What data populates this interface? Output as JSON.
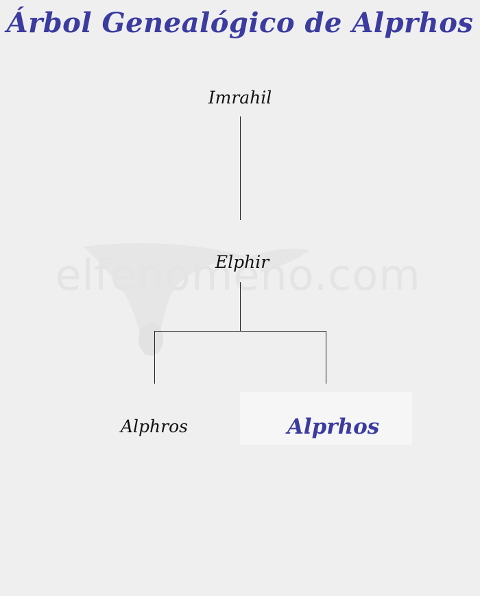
{
  "page": {
    "title": "Árbol Genealógico de Alprhos",
    "watermark": "elfenomeno.com"
  },
  "tree": {
    "root": "Imrahil",
    "child": "Elphir",
    "grandchildren": [
      "Alphros",
      "Alprhos"
    ],
    "current_person": "Alprhos"
  },
  "colors": {
    "accent": "#3b3ba0",
    "background": "#efefef",
    "highlight_box": "#f6f6f6",
    "connector": "#222222",
    "watermark": "#e4e4e4"
  }
}
